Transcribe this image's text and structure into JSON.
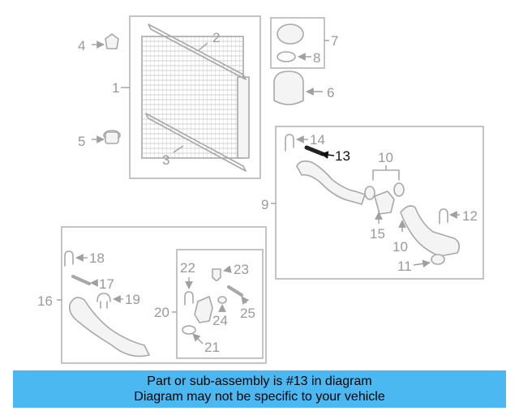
{
  "callouts": {
    "c1": "1",
    "c2": "2",
    "c3": "3",
    "c4": "4",
    "c5": "5",
    "c6": "6",
    "c7": "7",
    "c8": "8",
    "c9": "9",
    "c10a": "10",
    "c10b": "10",
    "c11": "11",
    "c12": "12",
    "c13": "13",
    "c14": "14",
    "c15": "15",
    "c16": "16",
    "c17": "17",
    "c18": "18",
    "c19": "19",
    "c20": "20",
    "c21": "21",
    "c22": "22",
    "c23": "23",
    "c24": "24",
    "c25": "25"
  },
  "highlighted_part": "13",
  "colors": {
    "banner": "#4bb8f2",
    "highlight": "#111111",
    "parts": "#a8a8a8"
  },
  "footer": {
    "line1": "Part or sub-assembly is #13 in diagram",
    "line2": "Diagram may not be specific to your vehicle"
  }
}
